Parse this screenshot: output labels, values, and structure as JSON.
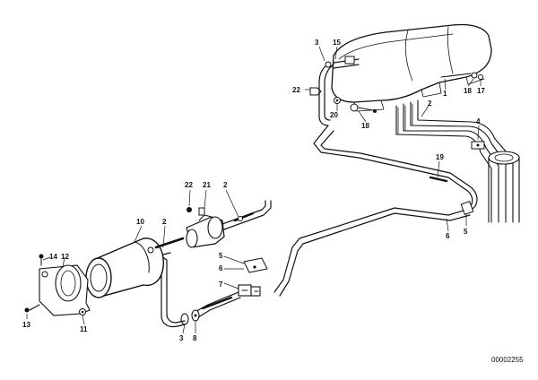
{
  "diagram": {
    "document_number": "00002255",
    "callouts": {
      "c3_top": "3",
      "c15_top": "15",
      "c22_left": "22",
      "c20": "20",
      "c18_top": "18",
      "c1": "1",
      "c18_right": "18",
      "c17": "17",
      "c2_tank": "2",
      "c4": "4",
      "c19": "19",
      "c5_right": "5",
      "c6_right": "6",
      "c22_mid": "22",
      "c21": "21",
      "c2_mid": "2",
      "c10": "10",
      "c2_small": "2",
      "c14": "14",
      "c12": "12",
      "c13": "13",
      "c11": "11",
      "c5_bracket": "5",
      "c6_bracket": "6",
      "c7": "7",
      "c3_bottom": "3",
      "c8": "8"
    }
  }
}
